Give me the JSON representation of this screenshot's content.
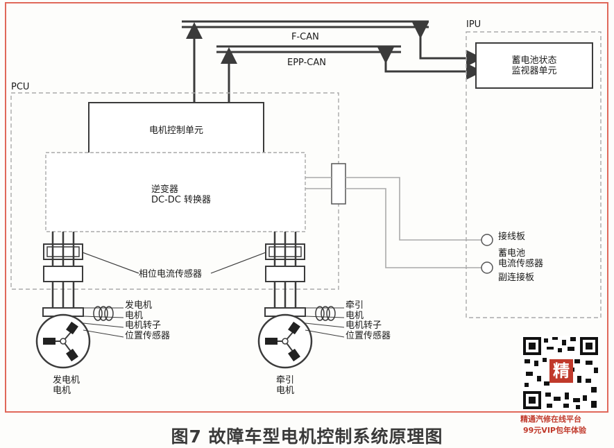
{
  "labels": {
    "f_can": "F-CAN",
    "epp_can": "EPP-CAN",
    "ipu": "IPU",
    "pcu": "PCU",
    "bms": "蓄电池状态\n监视器单元",
    "motor_control_unit": "电机控制单元",
    "inverter": "逆变器\nDC-DC 转换器",
    "phase_current_sensor": "相位电流传感器",
    "junction_board": "接线板",
    "battery_current_sensor": "蓄电池\n电流传感器",
    "sub_junction_board": "副连接板",
    "gen_motor": "发电机\n电机",
    "gen_rotor_sensor": "电机转子\n位置传感器",
    "gen_motor_name": "发电机\n电机",
    "trac_motor": "牵引\n电机",
    "trac_rotor_sensor": "电机转子\n位置传感器",
    "trac_motor_name": "牵引\n电机"
  },
  "caption": "图7 故障车型电机控制系统原理图",
  "watermark": {
    "badge": "精",
    "line1": "精通汽修在线平台",
    "line2": "99元VIP包年体验"
  },
  "colors": {
    "frame": "#e0685a",
    "ink": "#3b3b3b",
    "dash": "#a9a9a9",
    "watermark": "#c0392b"
  }
}
